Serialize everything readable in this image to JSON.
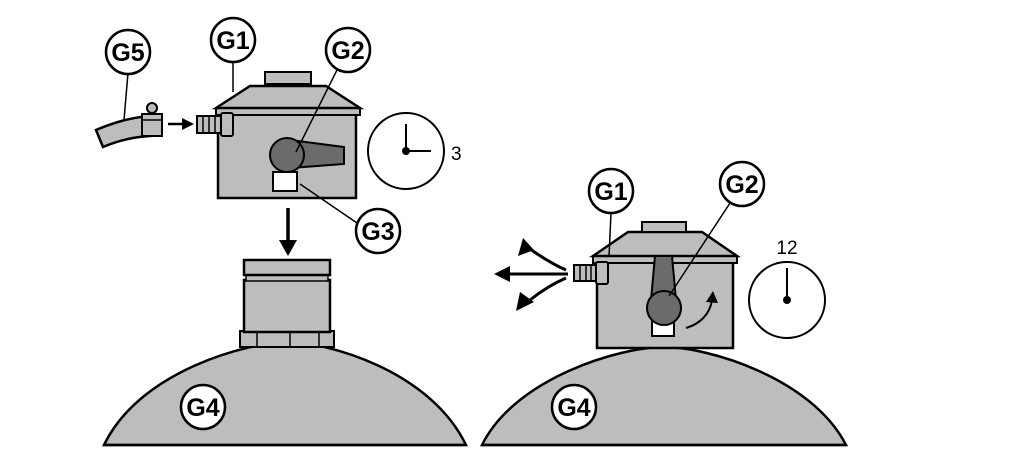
{
  "colors": {
    "body": "#bdbdbd",
    "dark": "#6b6b6b",
    "outline": "#000000",
    "background": "#ffffff"
  },
  "callouts": {
    "g1_left": "G1",
    "g2_left": "G2",
    "g3_left": "G3",
    "g4_left": "G4",
    "g5_left": "G5",
    "g1_right": "G1",
    "g2_right": "G2",
    "g4_right": "G4"
  },
  "clock_left": {
    "label": "3"
  },
  "clock_right": {
    "label": "12"
  },
  "icons": [
    "clock-icon",
    "arrow-down-icon",
    "arrow-right-icon",
    "rotate-arrow-icon",
    "gas-outflow-arrows-icon"
  ]
}
